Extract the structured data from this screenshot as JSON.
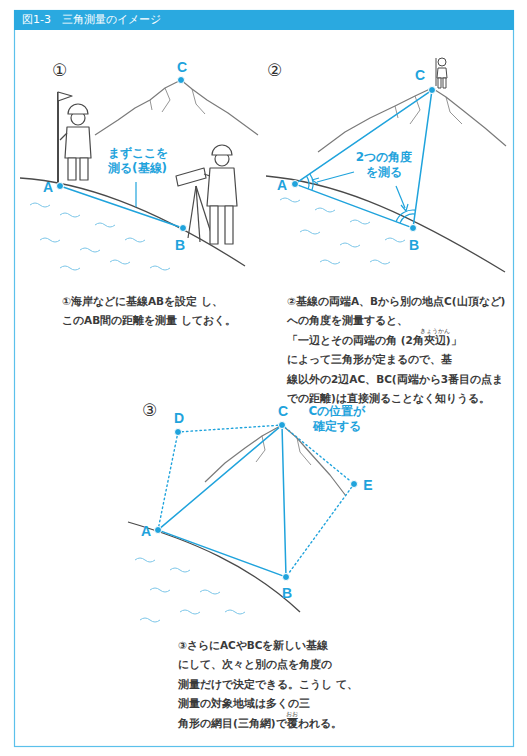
{
  "diagram": {
    "title": "図1-3　三角測量のイメージ",
    "nodes": [
      {
        "text": [
          "C"
        ]
      },
      {
        "text": [
          "A"
        ]
      },
      {
        "text": [
          "B"
        ]
      },
      {
        "text": [
          "C"
        ]
      },
      {
        "text": [
          "A"
        ]
      },
      {
        "text": [
          "B"
        ]
      },
      {
        "text": [
          "D"
        ]
      },
      {
        "text": [
          "C"
        ]
      },
      {
        "text": [
          "E"
        ]
      },
      {
        "text": [
          "A"
        ]
      },
      {
        "text": [
          "B"
        ]
      }
    ],
    "edges": [
      {
        "from": 1,
        "to": 2,
        "arrow": "none"
      },
      {
        "from": 4,
        "to": 3,
        "arrow": "none"
      },
      {
        "from": 5,
        "to": 3,
        "arrow": "none"
      },
      {
        "from": 4,
        "to": 5,
        "arrow": "none"
      },
      {
        "from": 9,
        "to": 7,
        "arrow": "none"
      },
      {
        "from": 10,
        "to": 7,
        "arrow": "none"
      },
      {
        "from": 9,
        "to": 10,
        "arrow": "none"
      },
      {
        "from": 9,
        "to": 6,
        "arrow": "none"
      },
      {
        "from": 6,
        "to": 7,
        "arrow": "none"
      },
      {
        "from": 7,
        "to": 8,
        "arrow": "none"
      },
      {
        "from": 8,
        "to": 10,
        "arrow": "none"
      }
    ],
    "labels": [
      "①",
      "まずここを 測る(基線)",
      "①海岸などに基線ABを設定 し、このAB間の距離を測量 しておく。",
      "②",
      "2つの角度 を測る",
      "きょうかん",
      "②基線の両端A、Bから別の地点C(山頂など) への角度を測量すると、「一辺とその両端の角 (2角夾辺)」によって三角形が定まるので、基 線以外の2辺AC、BC(両端から3番目の点ま での距離)は直接測ることなく知りうる。",
      "③",
      "Cの位置が 確定する",
      "③さらにACやBCを新しい基線 にして、次々と別の点を角度の 測量だけで決定できる。こうし て、測量の対象地域は多くの三 角形の網目(三角網)で覆われる。",
      "おお"
    ]
  }
}
